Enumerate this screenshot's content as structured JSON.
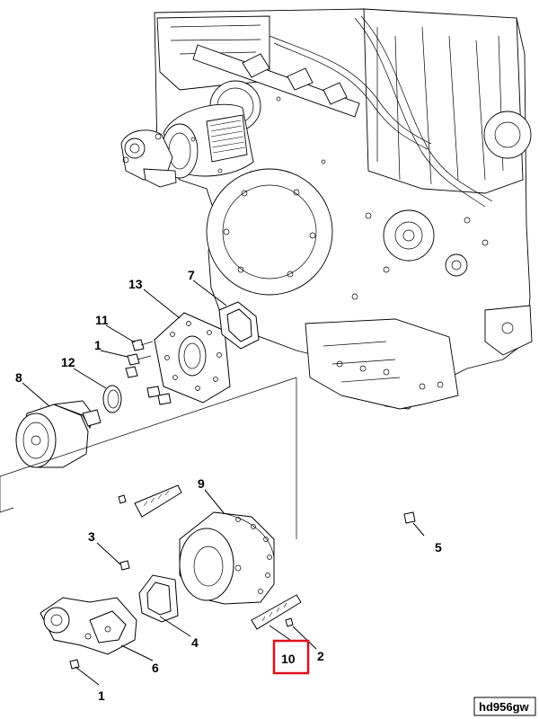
{
  "diagram": {
    "reference_code": "hd956gw",
    "highlight_color": "#e0101a",
    "highlighted_callout": "10",
    "callouts": {
      "c13": "13",
      "c7": "7",
      "c11": "11",
      "c1_top": "1",
      "c12": "12",
      "c8": "8",
      "c9": "9",
      "c3": "3",
      "c5": "5",
      "c4": "4",
      "c6": "6",
      "c10": "10",
      "c2": "2",
      "c1_bottom": "1"
    }
  }
}
